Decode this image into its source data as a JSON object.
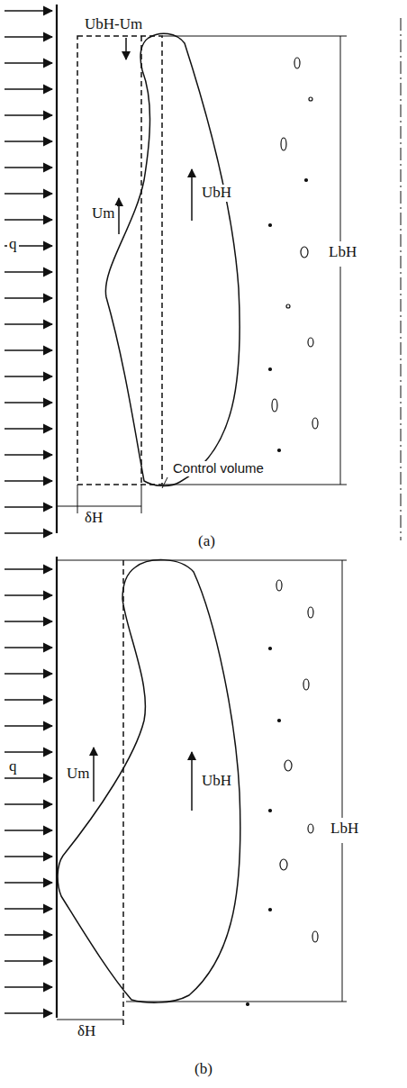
{
  "diagram": {
    "labels": [
      "UbH-Um",
      "Um",
      "UbH",
      "q",
      "LbH",
      "Control volume",
      "δH",
      "(a)",
      "q",
      "Um",
      "UbH",
      "LbH",
      "δH",
      "(b)"
    ]
  }
}
